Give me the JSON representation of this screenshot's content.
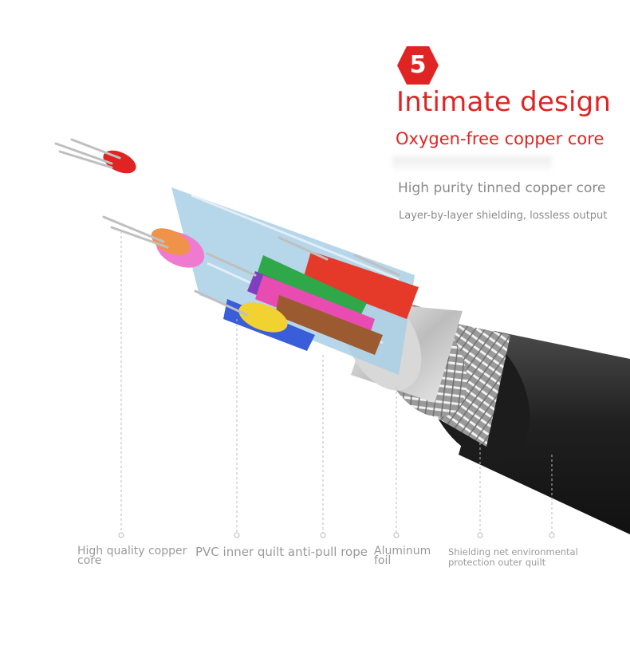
{
  "badge": {
    "number": "5",
    "color": "#e02424"
  },
  "heading": {
    "title": "Intimate design",
    "subtitle": "Oxygen-free copper core"
  },
  "description": {
    "line1": "High purity tinned copper core",
    "line2": "Layer-by-layer shielding, lossless output"
  },
  "layers": [
    {
      "label": "High quality copper core"
    },
    {
      "label": "PVC inner quilt anti-pull rope"
    },
    {
      "label": "Aluminum foil"
    },
    {
      "label": "Shielding net environmental protection outer quilt"
    }
  ],
  "colors": {
    "accent": "#e02424",
    "caption": "#8a8a8a",
    "jacket": "#2a2a2a"
  }
}
